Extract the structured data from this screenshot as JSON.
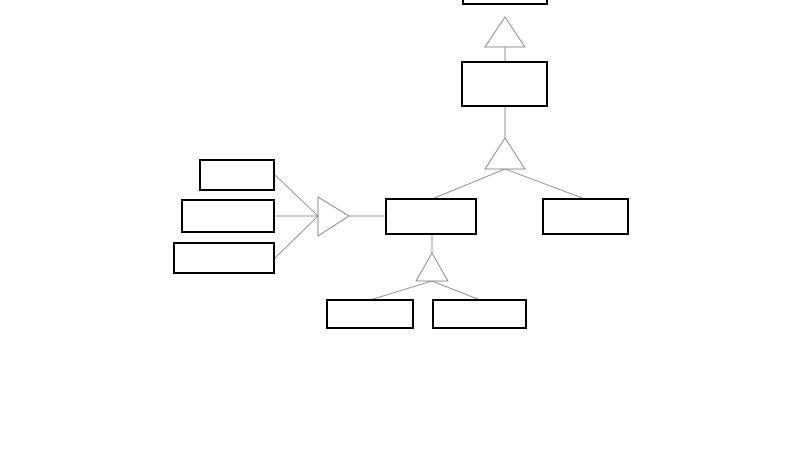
{
  "diagram": {
    "type": "class-hierarchy",
    "colors": {
      "background": "#ffffff",
      "box_stroke": "#000000",
      "line_stroke": "#7a7a7a"
    },
    "nodes": [
      {
        "id": "top",
        "label": ""
      },
      {
        "id": "upper",
        "label": ""
      },
      {
        "id": "middle",
        "label": ""
      },
      {
        "id": "right",
        "label": ""
      },
      {
        "id": "left-top",
        "label": ""
      },
      {
        "id": "left-middle",
        "label": ""
      },
      {
        "id": "left-bottom",
        "label": ""
      },
      {
        "id": "bottom-left",
        "label": ""
      },
      {
        "id": "bottom-right",
        "label": ""
      }
    ],
    "generalizations": [
      {
        "parent": "top",
        "children": [
          "upper"
        ]
      },
      {
        "parent": "upper",
        "children": [
          "middle",
          "right"
        ]
      },
      {
        "parent": "middle",
        "children": [
          "left-top",
          "left-middle",
          "left-bottom"
        ]
      },
      {
        "parent": "middle",
        "children": [
          "bottom-left",
          "bottom-right"
        ]
      }
    ]
  }
}
